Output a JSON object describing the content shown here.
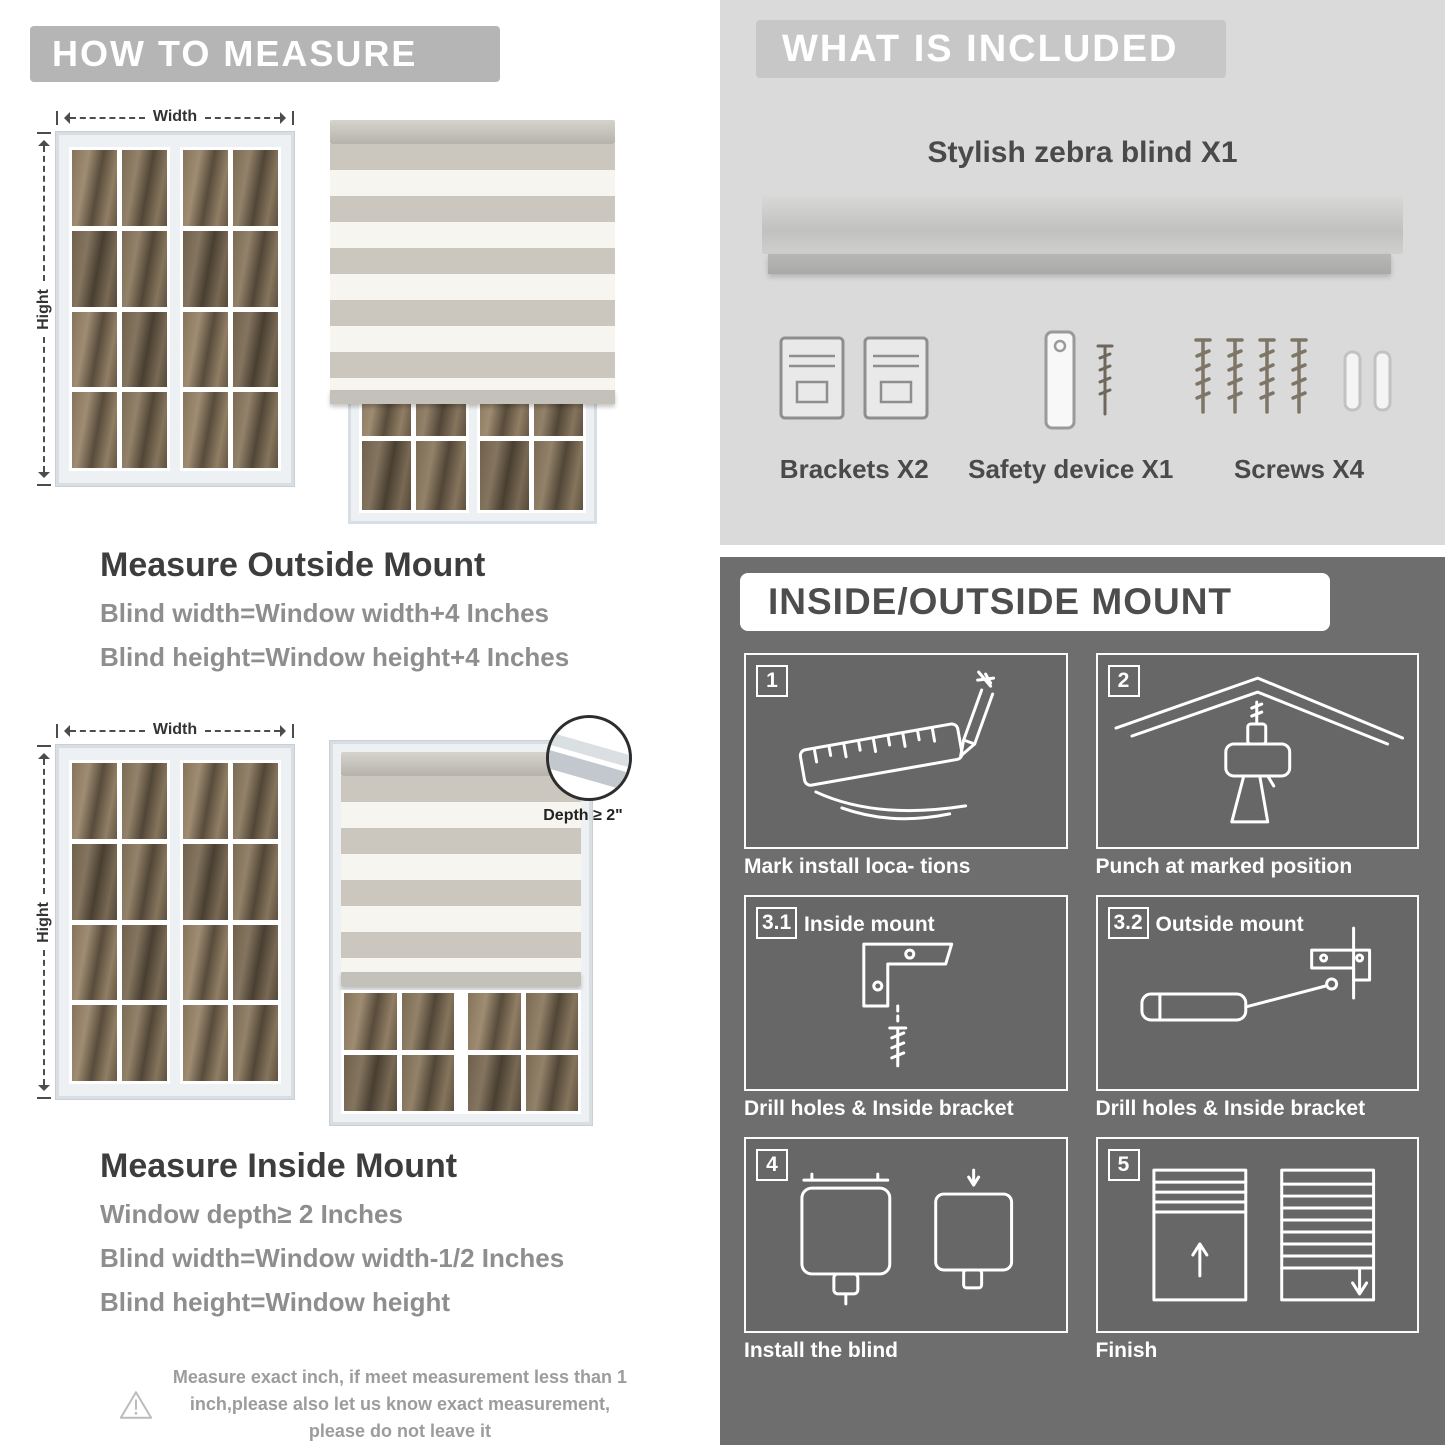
{
  "left": {
    "banner": "HOW TO MEASURE",
    "labels": {
      "width": "Width",
      "height": "Hight"
    },
    "outside": {
      "title": "Measure Outside Mount",
      "lines": [
        "Blind width=Window width+4 Inches",
        "Blind height=Window height+4 Inches"
      ]
    },
    "inside": {
      "title": "Measure Inside Mount",
      "depth_label": "Depth ≥ 2\"",
      "lines": [
        "Window depth≥ 2 Inches",
        "Blind width=Window width-1/2 Inches",
        "Blind height=Window height"
      ]
    },
    "warning": "Measure exact inch, if meet measurement less than 1 inch,please also let us know exact measurement, please do not leave it"
  },
  "right": {
    "included": {
      "banner": "WHAT IS INCLUDED",
      "blind_label": "Stylish zebra blind X1",
      "items": [
        {
          "label": "Brackets X2"
        },
        {
          "label": "Safety device X1"
        },
        {
          "label": "Screws X4"
        }
      ]
    },
    "mount": {
      "banner": "INSIDE/OUTSIDE MOUNT",
      "steps": [
        {
          "num": "1",
          "caption": "Mark install loca- tions"
        },
        {
          "num": "2",
          "caption": "Punch at marked position"
        },
        {
          "num": "3.1",
          "title": "Inside mount",
          "caption": "Drill holes & Inside bracket"
        },
        {
          "num": "3.2",
          "title": "Outside mount",
          "caption": "Drill holes & Inside bracket"
        },
        {
          "num": "4",
          "caption": "Install the blind"
        },
        {
          "num": "5",
          "caption": "Finish"
        }
      ]
    }
  },
  "colors": {
    "banner_gray": "#b5b5b5",
    "included_bg": "#dadada",
    "mount_bg": "#6e6e6e",
    "stripe_gray": "#cbc7bf"
  }
}
